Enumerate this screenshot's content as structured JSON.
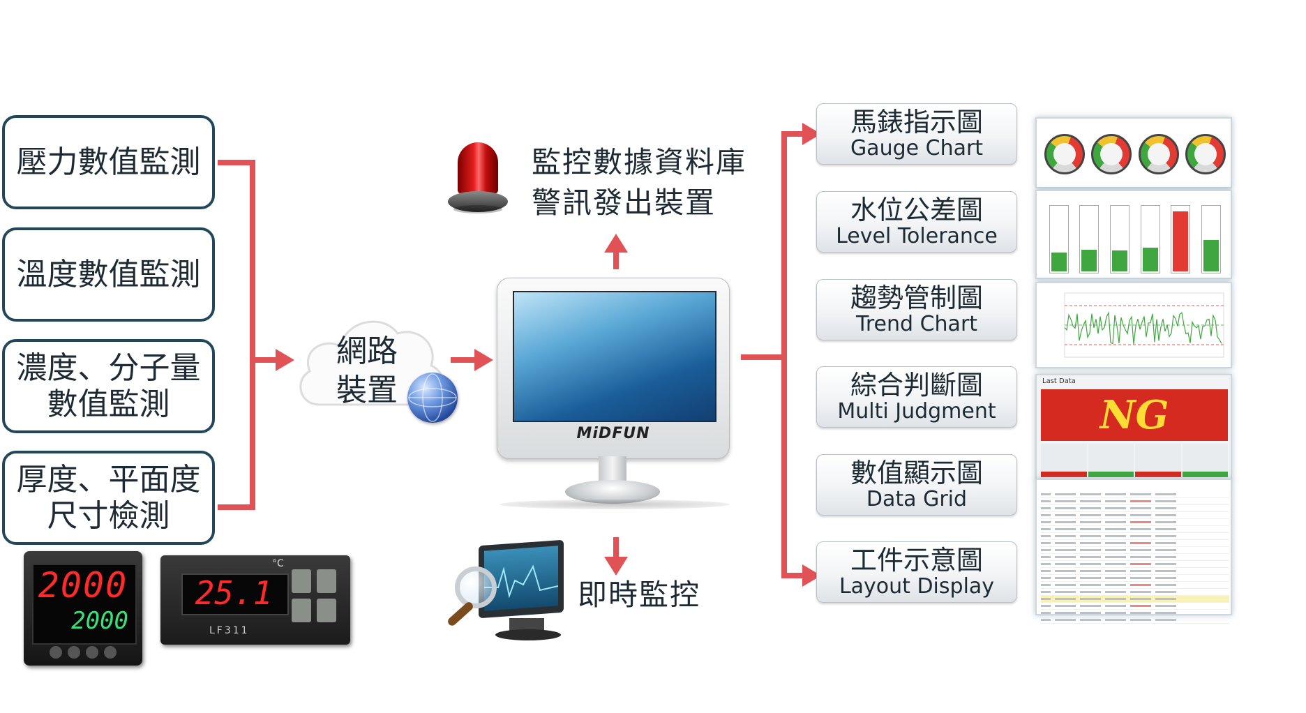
{
  "inputs": [
    {
      "lines": [
        "壓力數值監測"
      ]
    },
    {
      "lines": [
        "溫度數值監測"
      ]
    },
    {
      "lines": [
        "濃度、分子量",
        "數值監測"
      ]
    },
    {
      "lines": [
        "厚度、平面度",
        "尺寸檢測"
      ]
    }
  ],
  "network": {
    "line1": "網路",
    "line2": "裝置"
  },
  "alarm": {
    "line1": "監控數據資料庫",
    "line2": "警訊發出裝置"
  },
  "realtime": {
    "label": "即時監控"
  },
  "computer": {
    "brand": "MiDFUN"
  },
  "controllers": {
    "left_top": "2000",
    "left_bottom": "2000",
    "right": "25.1",
    "unit": "°C",
    "model": "LF311"
  },
  "outputs": [
    {
      "zh": "馬錶指示圖",
      "en": "Gauge Chart"
    },
    {
      "zh": "水位公差圖",
      "en": "Level Tolerance"
    },
    {
      "zh": "趨勢管制圖",
      "en": "Trend Chart"
    },
    {
      "zh": "綜合判斷圖",
      "en": "Multi Judgment"
    },
    {
      "zh": "數值顯示圖",
      "en": "Data Grid"
    },
    {
      "zh": "工件示意圖",
      "en": "Layout Display"
    }
  ],
  "thumbnails": {
    "judgment_title": "Last Data",
    "judgment_result": "NG",
    "level_values": [
      0.3,
      0.35,
      0.33,
      0.38,
      0.95,
      0.5
    ]
  },
  "colors": {
    "arrow": "#e15257",
    "box_border": "#22475a",
    "text": "#1d2a33",
    "ng_banner": "#d42a1f",
    "ng_text": "#ffdd33",
    "level_fill": "#3fa640",
    "level_alert": "#e33a33"
  }
}
